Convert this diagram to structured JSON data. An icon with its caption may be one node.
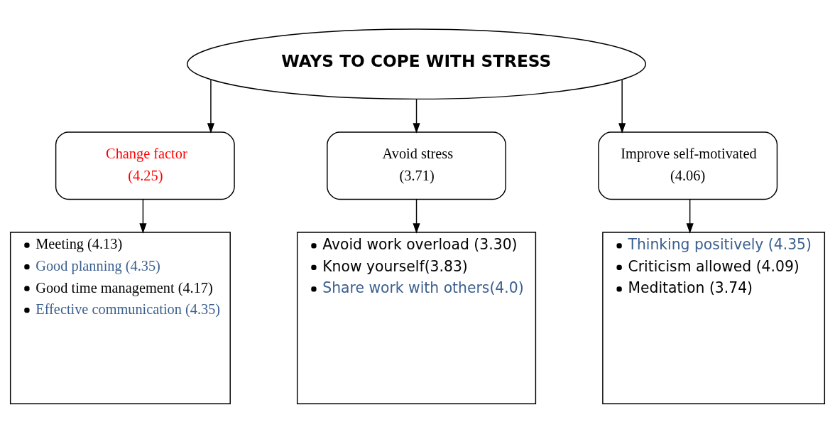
{
  "diagram": {
    "nodes": [
      {
        "text": [
          "WAYS TO COPE WITH STRESS"
        ]
      },
      {
        "text": [
          "Change factor",
          "(4.25)"
        ]
      },
      {
        "text": [
          "Avoid stress",
          "(3.71)"
        ]
      },
      {
        "text": [
          "Improve self-motivated",
          "(4.06)"
        ]
      },
      {
        "text": [
          "Meeting (4.13)",
          "Good planning (4.35)",
          "Good time management (4.17)",
          "Effective communication (4.35)"
        ]
      },
      {
        "text": [
          "Avoid work overload (3.30)",
          "Know yourself(3.83)",
          "Share work with others(4.0)"
        ]
      },
      {
        "text": [
          "Thinking positively (4.35)",
          "Criticism allowed (4.09)",
          "Meditation (3.74)"
        ]
      }
    ],
    "edges": [
      {
        "from": 0,
        "to": 1,
        "arrow": "to"
      },
      {
        "from": 0,
        "to": 2,
        "arrow": "to"
      },
      {
        "from": 0,
        "to": 3,
        "arrow": "to"
      },
      {
        "from": 1,
        "to": 4,
        "arrow": "to"
      },
      {
        "from": 2,
        "to": 5,
        "arrow": "to"
      },
      {
        "from": 3,
        "to": 6,
        "arrow": "to"
      }
    ]
  }
}
